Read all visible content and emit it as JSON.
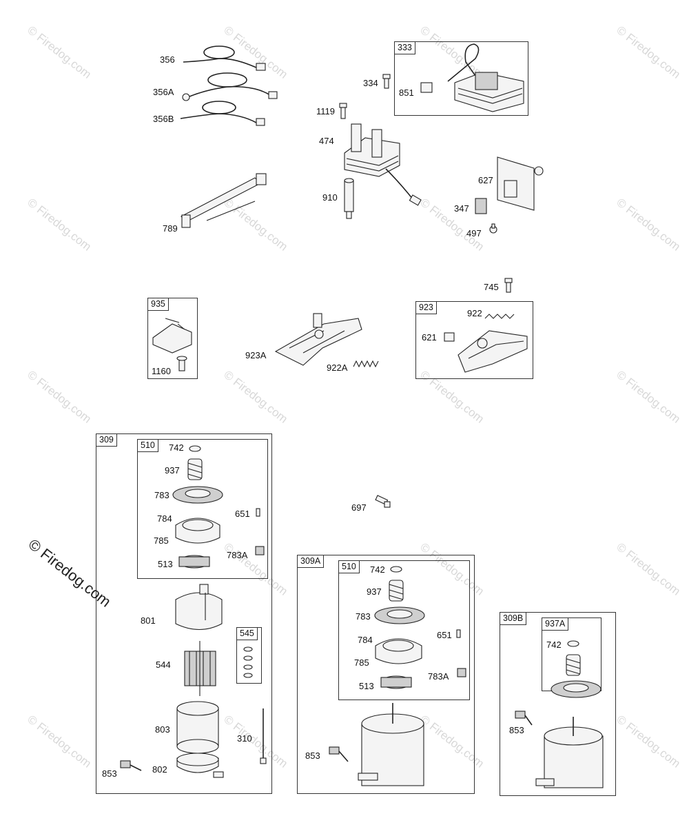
{
  "watermark": {
    "text": "© Firedog.com",
    "color": "#d8d8d8"
  },
  "watermark_main": {
    "text": "© Firedog.com",
    "color": "#222222"
  },
  "labels": {
    "p356": "356",
    "p356A": "356A",
    "p356B": "356B",
    "p789": "789",
    "p334": "334",
    "p851": "851",
    "p1119": "1119",
    "p474": "474",
    "p910": "910",
    "p627": "627",
    "p347": "347",
    "p497": "497",
    "p745": "745",
    "p1160": "1160",
    "p923A": "923A",
    "p922A": "922A",
    "p922": "922",
    "p621": "621",
    "p697": "697",
    "k742": "742",
    "k937": "937",
    "k783": "783",
    "k784": "784",
    "k785": "785",
    "k651": "651",
    "k783A": "783A",
    "k513": "513",
    "p801": "801",
    "p544": "544",
    "p803": "803",
    "p310": "310",
    "p802": "802",
    "p853": "853",
    "a742": "742",
    "a937": "937",
    "a783": "783",
    "a784": "784",
    "a785": "785",
    "a651": "651",
    "a783A": "783A",
    "a513": "513",
    "a853": "853",
    "b742": "742",
    "b853": "853"
  },
  "boxes": {
    "b333": "333",
    "b935": "935",
    "b923": "923",
    "b309": "309",
    "b510": "510",
    "b545": "545",
    "b309A": "309A",
    "b510A": "510",
    "b309B": "309B",
    "b937A": "937A"
  }
}
